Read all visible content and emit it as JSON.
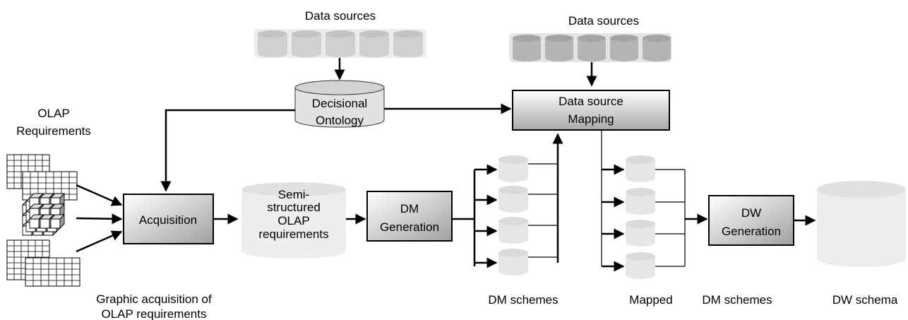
{
  "labels": {
    "data_sources_left": "Data sources",
    "data_sources_right": "Data sources",
    "olap_requirements_1": "OLAP",
    "olap_requirements_2": "Requirements",
    "graphic_acquisition_1": "Graphic acquisition  of",
    "graphic_acquisition_2": "OLAP requirements",
    "dm_schemes": "DM schemes",
    "mapped_1": "Mapped",
    "mapped_2": "DM schemes",
    "dw_schema": "DW schema"
  },
  "nodes": {
    "decisional_ontology": [
      "Decisional",
      "Ontology"
    ],
    "data_source_mapping": [
      "Data source",
      "Mapping"
    ],
    "acquisition": [
      "Acquisition"
    ],
    "semi_structured": [
      "Semi-",
      "structured",
      "OLAP",
      "requirements"
    ],
    "dm_generation": [
      "DM",
      "Generation"
    ],
    "dw_generation": [
      "DW",
      "Generation"
    ]
  },
  "colors": {
    "line": "#000000",
    "db_left": "#d0d0d0",
    "db_right": "#b4b4b4",
    "db_light": "#e6e6e6",
    "box_top": "#ffffff",
    "box_bottom": "#a8a8a8"
  }
}
